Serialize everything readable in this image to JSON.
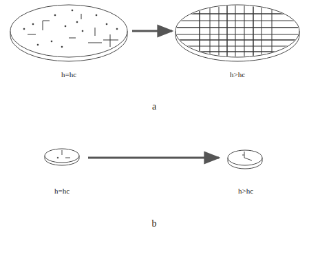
{
  "diagram": {
    "labels": [
      "h=hc",
      "h>hc",
      "a",
      "h=hc",
      "h>hc",
      "b"
    ]
  }
}
